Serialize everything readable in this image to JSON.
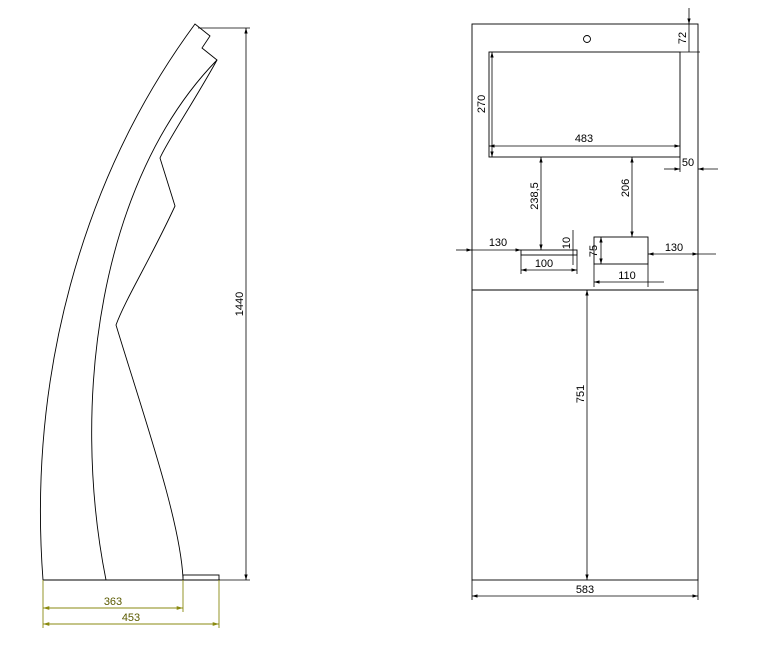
{
  "dimensions": {
    "side_height": "1440",
    "side_width_inner": "363",
    "side_width_outer": "453",
    "top_offset": "72",
    "screen_height": "270",
    "screen_width": "483",
    "screen_right_margin": "50",
    "gap_left_drop": "238,5",
    "gap_right_drop": "206",
    "left_box_margin": "130",
    "left_box_height": "10",
    "left_box_width": "100",
    "right_box_height": "75",
    "right_box_width": "110",
    "right_box_margin": "130",
    "lower_height": "751",
    "front_width": "583"
  }
}
